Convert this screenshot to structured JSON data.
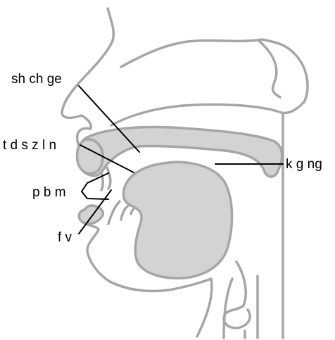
{
  "labels": {
    "postalveolar": "sh ch ge",
    "alveolar": "t d s z l n",
    "bilabial": "p b m",
    "labiodental": "f v",
    "velar": "k g ng"
  },
  "colors": {
    "outline": "#a6a6a6",
    "fill": "#d3d3d3",
    "pointer": "#000000",
    "background": "#ffffff"
  }
}
